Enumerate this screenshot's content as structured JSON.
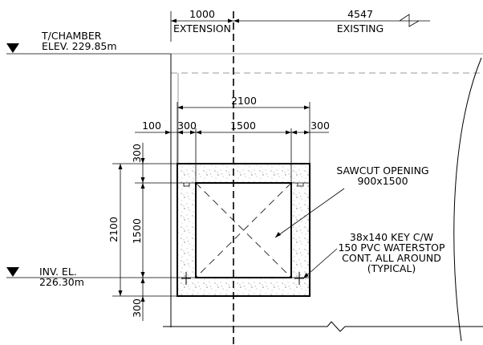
{
  "dimensions": {
    "extension": "1000",
    "existing": "4547",
    "overall_width": "2100",
    "left_offset": "100",
    "left_wall": "300",
    "opening_width": "1500",
    "right_wall": "300",
    "overall_height": "2100",
    "top_wall": "300",
    "opening_height": "1500",
    "bottom_wall": "300"
  },
  "labels": {
    "extension": "EXTENSION",
    "existing": "EXISTING",
    "top_chamber_line1": "T/CHAMBER",
    "top_chamber_line2": "ELEV. 229.85m",
    "invert_line1": "INV. EL.",
    "invert_line2": "226.30m",
    "sawcut_line1": "SAWCUT OPENING",
    "sawcut_line2": "900x1500",
    "key_line1": "38x140 KEY C/W",
    "key_line2": "150 PVC WATERSTOP",
    "key_line3": "CONT. ALL AROUND",
    "key_line4": "(TYPICAL)"
  }
}
